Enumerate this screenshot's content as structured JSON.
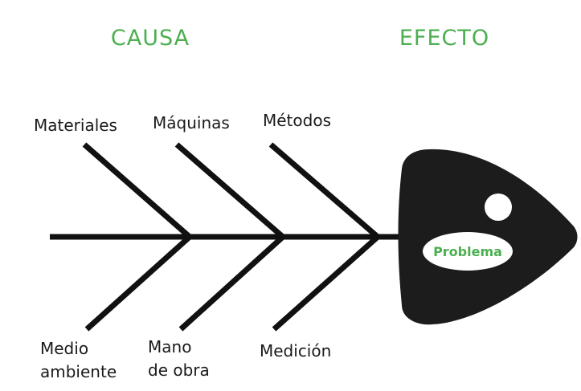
{
  "headings": {
    "cause": "CAUSA",
    "effect": "EFECTO"
  },
  "causes_top": [
    {
      "label": "Materiales"
    },
    {
      "label": "Máquinas"
    },
    {
      "label": "Métodos"
    }
  ],
  "causes_bottom": [
    {
      "line1": "Medio",
      "line2": "ambiente"
    },
    {
      "line1": "Mano",
      "line2": "de obra"
    },
    {
      "line1": "Medición",
      "line2": ""
    }
  ],
  "effect": {
    "label": "Problema"
  },
  "colors": {
    "heading": "#4caf50",
    "problem_text": "#4caf50",
    "bones": "#111111",
    "fish_head": "#1c1c1c",
    "background": "#ffffff"
  }
}
